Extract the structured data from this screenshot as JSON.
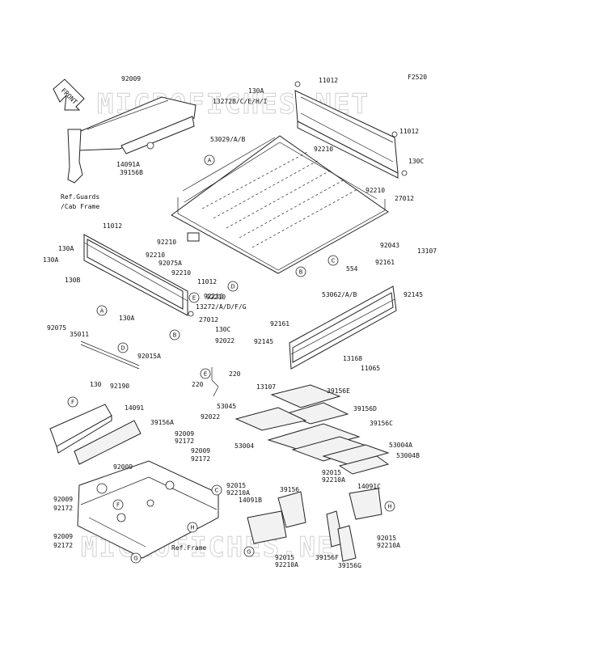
{
  "diagram": {
    "code": "F2520",
    "front": "FRONT",
    "watermark": "MICROFICHES.NET",
    "ref_guards": "Ref.Guards",
    "ref_cab": "/Cab Frame",
    "ref_frame": "Ref.Frame"
  },
  "labels": [
    "92009",
    "14091A",
    "39156B",
    "11012",
    "130A",
    "13272B/C/E/H/I",
    "11012",
    "130C",
    "92210",
    "27012",
    "53029/A/B",
    "92210",
    "11012",
    "130A",
    "130A",
    "130B",
    "92210",
    "92210",
    "92075A",
    "92210",
    "11012",
    "92210",
    "92043",
    "554",
    "13107",
    "92161",
    "92145",
    "53062/A/B",
    "92210",
    "13272/A/D/F/G",
    "130A",
    "27012",
    "130C",
    "92075",
    "35011",
    "92015A",
    "130",
    "92190",
    "92022",
    "220",
    "220",
    "53045",
    "92022",
    "92161",
    "92145",
    "13107",
    "13168",
    "11065",
    "39156E",
    "39156D",
    "39156C",
    "53004",
    "53004A",
    "53004B",
    "14091",
    "39156A",
    "92009",
    "92172",
    "92009",
    "92172",
    "92009",
    "92015",
    "92210A",
    "39156",
    "92015",
    "92210A",
    "14091C",
    "14091B",
    "92009",
    "92172",
    "92009",
    "92172",
    "92015",
    "92210A",
    "39156F",
    "39156G",
    "92015",
    "92210A"
  ],
  "callouts": [
    "A",
    "A",
    "B",
    "B",
    "C",
    "C",
    "D",
    "D",
    "E",
    "E",
    "F",
    "F",
    "G",
    "G",
    "H",
    "H"
  ]
}
